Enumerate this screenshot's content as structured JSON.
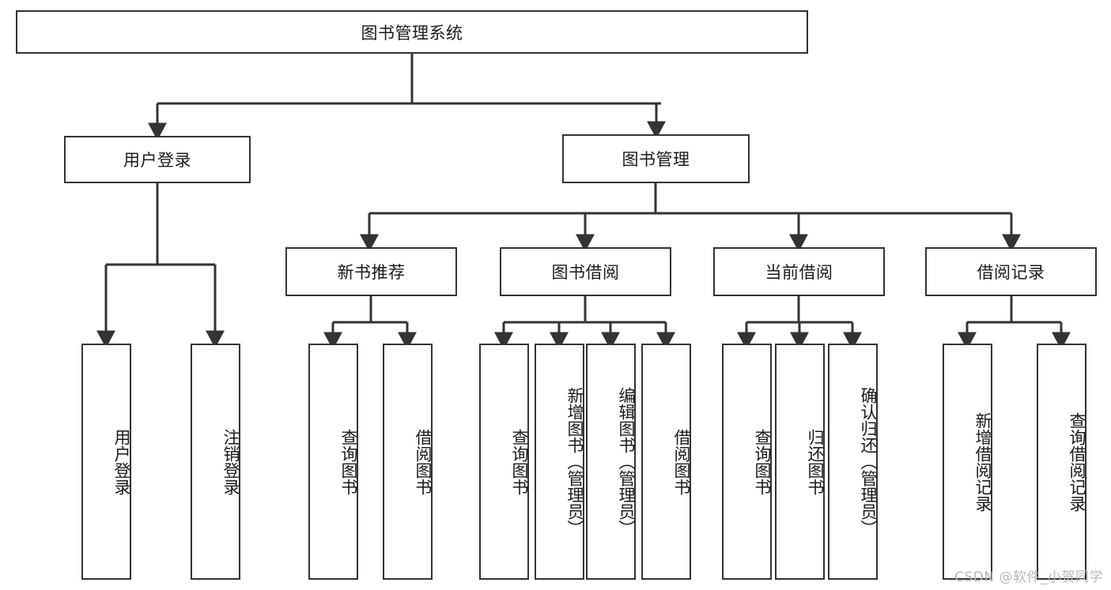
{
  "diagram": {
    "title": "图书管理系统",
    "watermark": "CSDN @软件_小贺同学",
    "type": "tree-hierarchy",
    "root": {
      "label": "图书管理系统"
    },
    "level1": [
      {
        "label": "用户登录"
      },
      {
        "label": "图书管理"
      }
    ],
    "level2": [
      {
        "label": "新书推荐"
      },
      {
        "label": "图书借阅"
      },
      {
        "label": "当前借阅"
      },
      {
        "label": "借阅记录"
      }
    ],
    "leaves": {
      "user_login": [
        {
          "label": "用户登录"
        },
        {
          "label": "注销登录"
        }
      ],
      "new_book_recommend": [
        {
          "label": "查询图书"
        },
        {
          "label": "借阅图书"
        }
      ],
      "book_borrow": [
        {
          "label": "查询图书"
        },
        {
          "label": "新增图书（管理员）"
        },
        {
          "label": "编辑图书（管理员）"
        },
        {
          "label": "借阅图书"
        }
      ],
      "current_borrow": [
        {
          "label": "查询图书"
        },
        {
          "label": "归还图书"
        },
        {
          "label": "确认归还（管理员）"
        }
      ],
      "borrow_record": [
        {
          "label": "新增借阅记录"
        },
        {
          "label": "查询借阅记录"
        }
      ]
    },
    "colors": {
      "stroke": "#333333",
      "background": "#ffffff",
      "text": "#1a1a1a",
      "watermark": "#b9b9b9"
    }
  }
}
